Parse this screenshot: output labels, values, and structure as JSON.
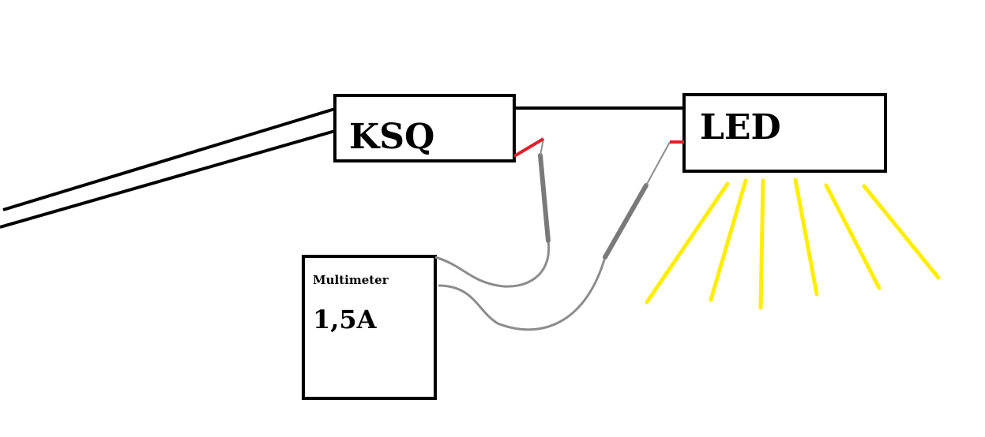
{
  "diagram": {
    "driver_label": "KSQ",
    "led_label": "LED",
    "meter_title": "Multimeter",
    "meter_reading": "1,5A"
  },
  "colors": {
    "background": "#ffffff",
    "wire": "#000000",
    "probe_tip": "#e0202a",
    "probe_lead": "#8c8c8c",
    "probe_body": "#7a7a7a",
    "light_rays": "#ffee00"
  }
}
